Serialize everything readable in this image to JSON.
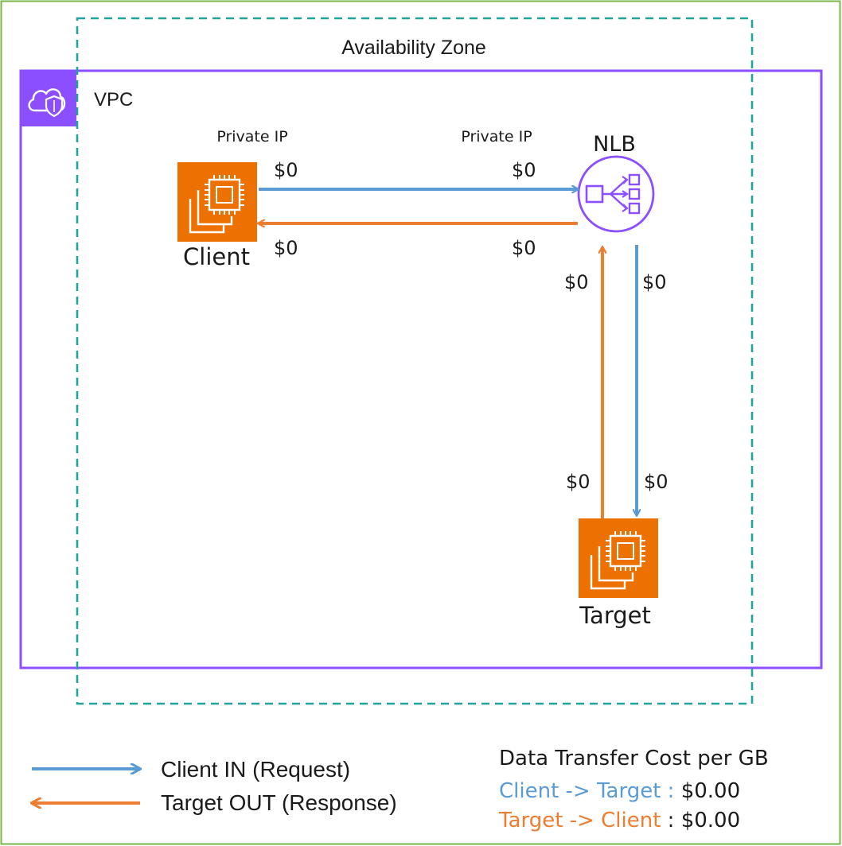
{
  "colors": {
    "outer_border": "#7ab648",
    "az_border": "#1fa59a",
    "vpc_border": "#8c4fff",
    "ec2_orange": "#ed7100",
    "request_blue": "#5a9bd5",
    "response_orange": "#ed7d31",
    "nlb_purple": "#8c4fff"
  },
  "icons": {
    "vpc": "vpc-cloud-shield-icon",
    "client": "ec2-instance-icon",
    "target": "ec2-instance-icon",
    "nlb": "network-load-balancer-icon"
  },
  "diagram": {
    "availability_zone_label": "Availability Zone",
    "vpc_label": "VPC",
    "client": {
      "label": "Client",
      "ip_label": "Private IP"
    },
    "nlb": {
      "label": "NLB",
      "ip_label": "Private IP"
    },
    "target": {
      "label": "Target"
    },
    "costs": {
      "client_to_nlb_left": "$0",
      "client_to_nlb_right": "$0",
      "nlb_to_client_left": "$0",
      "nlb_to_client_right": "$0",
      "target_to_nlb_upper": "$0",
      "nlb_to_target_upper": "$0",
      "target_to_nlb_lower": "$0",
      "nlb_to_target_lower": "$0"
    }
  },
  "legend": {
    "request": "Client IN (Request)",
    "response": "Target OUT (Response)"
  },
  "cost_table": {
    "title": "Data Transfer Cost per GB",
    "rows": [
      {
        "label": "Client -> Target",
        "separator": " : ",
        "value": "$0.00"
      },
      {
        "label": "Target -> Client",
        "separator": " : ",
        "value": "$0.00"
      }
    ]
  }
}
